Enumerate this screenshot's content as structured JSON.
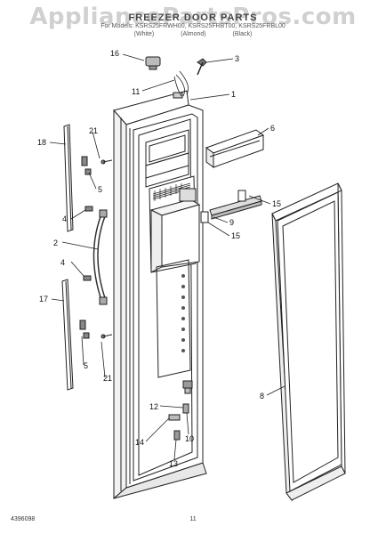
{
  "header": {
    "watermark": "AppliancePartsPros.com",
    "title": "FREEZER DOOR PARTS",
    "models": "For Models: KSRS25FRWH00, KSRS25FRBT00, KSRS25FRBL00",
    "variants": [
      "(White)",
      "(Almond)",
      "(Black)"
    ]
  },
  "callouts": [
    {
      "id": "p16",
      "label": "16"
    },
    {
      "id": "p3",
      "label": "3"
    },
    {
      "id": "p11",
      "label": "11"
    },
    {
      "id": "p1",
      "label": "1"
    },
    {
      "id": "p6",
      "label": "6"
    },
    {
      "id": "p18",
      "label": "18"
    },
    {
      "id": "p21a",
      "label": "21"
    },
    {
      "id": "p5a",
      "label": "5"
    },
    {
      "id": "p15a",
      "label": "15"
    },
    {
      "id": "p9",
      "label": "9"
    },
    {
      "id": "p4a",
      "label": "4"
    },
    {
      "id": "p15b",
      "label": "15"
    },
    {
      "id": "p2",
      "label": "2"
    },
    {
      "id": "p4b",
      "label": "4"
    },
    {
      "id": "p17",
      "label": "17"
    },
    {
      "id": "p5b",
      "label": "5"
    },
    {
      "id": "p21b",
      "label": "21"
    },
    {
      "id": "p8",
      "label": "8"
    },
    {
      "id": "p12",
      "label": "12"
    },
    {
      "id": "p14",
      "label": "14"
    },
    {
      "id": "p10",
      "label": "10"
    },
    {
      "id": "p13",
      "label": "13"
    }
  ],
  "footer": {
    "doc_number": "4396098",
    "page_number": "11"
  }
}
